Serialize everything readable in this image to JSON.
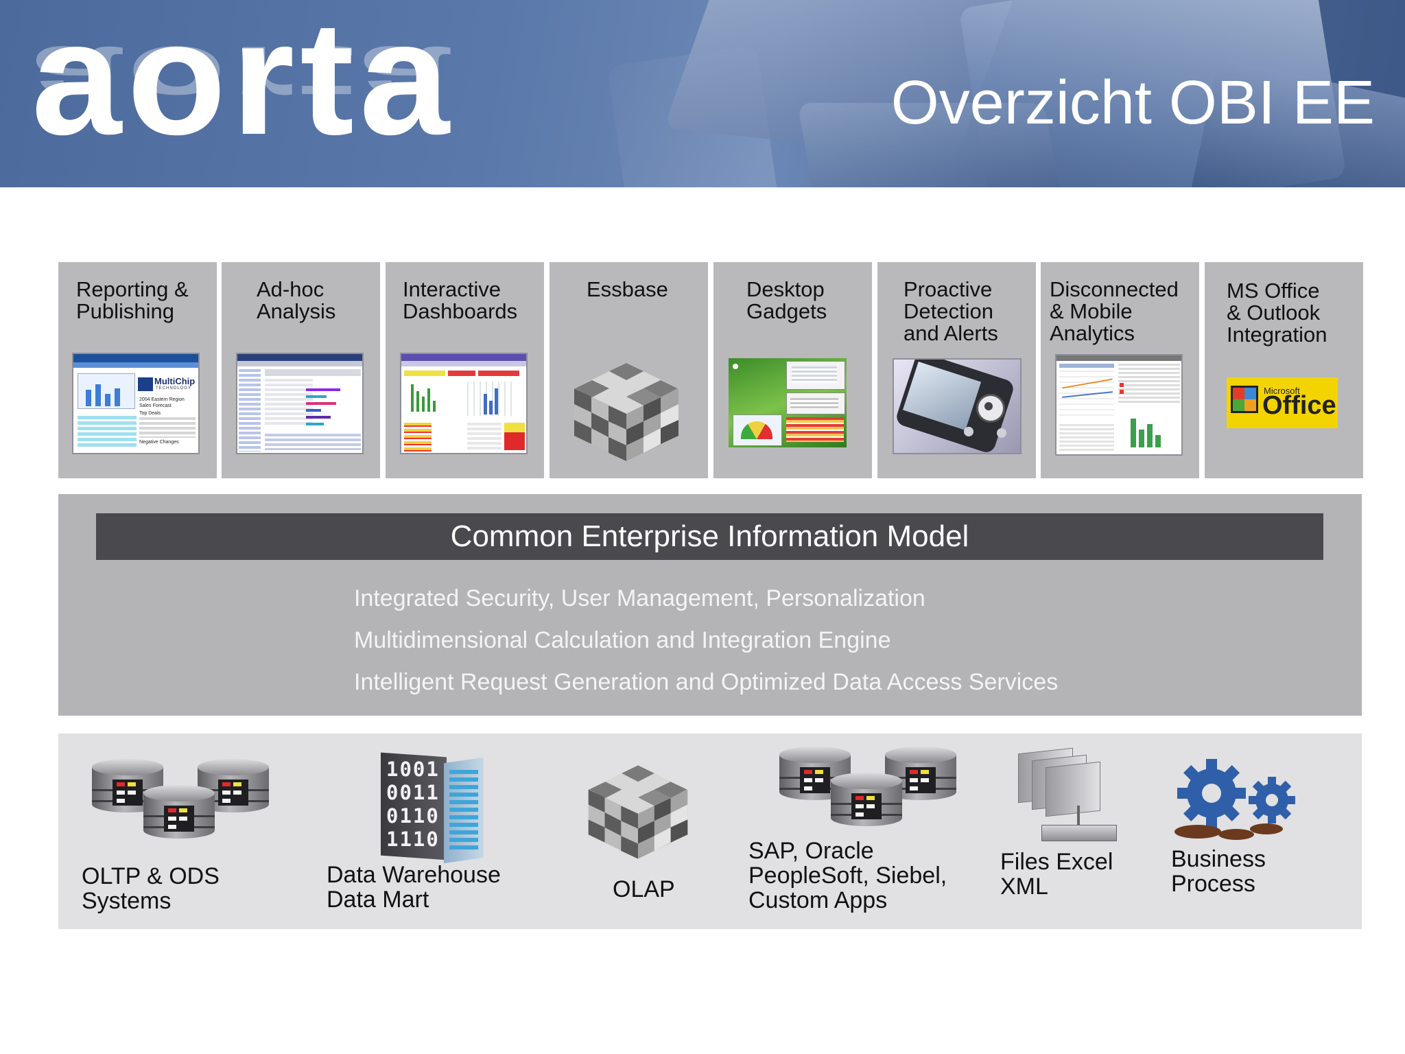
{
  "header": {
    "logo": "aorta",
    "title": "Overzicht OBI EE"
  },
  "top_row": [
    {
      "label": "Reporting &\nPublishing",
      "icon": "report-screenshot-icon"
    },
    {
      "label": "Ad-hoc\nAnalysis",
      "icon": "analysis-screenshot-icon"
    },
    {
      "label": "Interactive\nDashboards",
      "icon": "dashboard-screenshot-icon"
    },
    {
      "label": "Essbase",
      "icon": "cube-icon"
    },
    {
      "label": "Desktop\nGadgets",
      "icon": "gadgets-screenshot-icon"
    },
    {
      "label": "Proactive\nDetection\nand Alerts",
      "icon": "pda-device-icon"
    },
    {
      "label": "Disconnected\n& Mobile\nAnalytics",
      "icon": "mobile-analytics-screenshot-icon"
    },
    {
      "label": "MS Office\n& Outlook\nIntegration",
      "icon": "ms-office-logo-icon"
    }
  ],
  "thumbs": {
    "report_brand": "MultiChip",
    "report_brand_sub": "TECHNOLOGY",
    "report_lines": [
      "2004 Eastern Region",
      "Sales Forecast",
      "Top Deals",
      "Negative Changes"
    ],
    "office_brand_small": "Microsoft",
    "office_brand": "Office"
  },
  "middle": {
    "title": "Common Enterprise Information Model",
    "services": [
      "Integrated Security, User Management, Personalization",
      "Multidimensional Calculation and Integration Engine",
      "Intelligent Request Generation and Optimized Data Access Services"
    ]
  },
  "sources": [
    {
      "label": "OLTP & ODS\nSystems",
      "icon": "database-cluster-icon"
    },
    {
      "label": "Data Warehouse\nData Mart",
      "icon": "warehouse-building-icon",
      "binary": [
        "1001",
        "0011",
        "0110",
        "1110"
      ]
    },
    {
      "label": "OLAP",
      "icon": "cube-icon"
    },
    {
      "label": "SAP, Oracle\nPeopleSoft, Siebel,\nCustom Apps",
      "icon": "database-cluster-icon"
    },
    {
      "label": "Files Excel\nXML",
      "icon": "files-stack-icon"
    },
    {
      "label": "Business\nProcess",
      "icon": "gears-icon"
    }
  ],
  "colors": {
    "banner": "#5a78aa",
    "card_bg": "#b9b8bb",
    "middle_bg": "#b4b3b6",
    "cem_bar": "#4a494d",
    "bottom_bg": "#e1e0e2",
    "gear_blue": "#2f5fa8",
    "office_yellow": "#f3d400"
  }
}
